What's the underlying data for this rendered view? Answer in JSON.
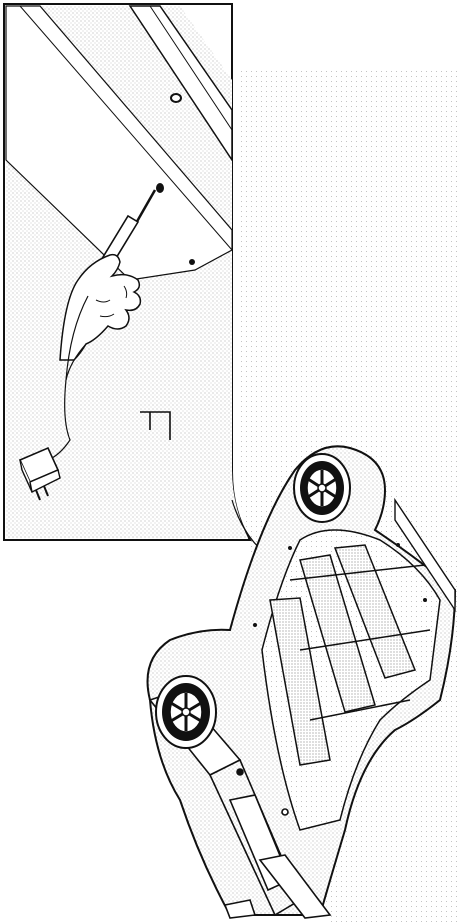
{
  "figure": {
    "kind": "assembly-instruction-illustration",
    "inset_step_mark": "",
    "colors": {
      "line": "#111111",
      "stipple": "#b9b9b9",
      "paper": "#ffffff"
    },
    "icons": [
      "car-bed-frame",
      "wheel-decal",
      "hand-with-drill",
      "power-adapter",
      "screw-hole"
    ]
  }
}
